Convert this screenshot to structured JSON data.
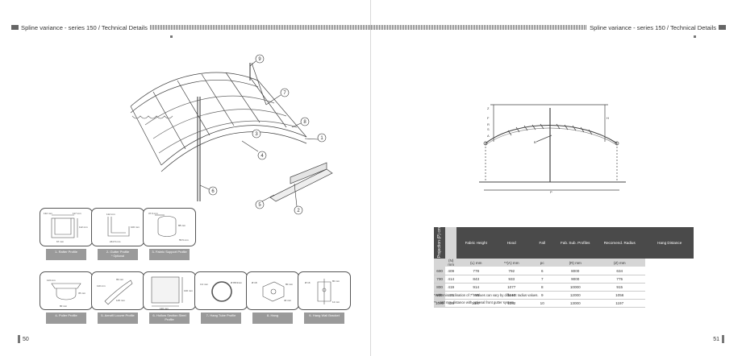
{
  "header": {
    "title": "Spline variance - series 150 / Technical Details"
  },
  "left_page": {
    "page_number": "50",
    "callouts": [
      "1",
      "2",
      "3",
      "4",
      "5",
      "6",
      "7",
      "8",
      "9"
    ],
    "profiles": [
      {
        "label": "1- Rafter Profile",
        "sub": "",
        "dims": [
          "132 mm",
          "117 mm",
          "112 mm",
          "67 mm"
        ]
      },
      {
        "label": "2- Gutter Profile",
        "sub": "* Optional",
        "dims": [
          "112 mm",
          "100 mm",
          "244.5 mm"
        ]
      },
      {
        "label": "3- Fabric Support Profile",
        "sub": "",
        "dims": [
          "37.6 mm",
          "88 mm",
          "55.5 mm"
        ]
      },
      {
        "label": "4- Puller Profile",
        "sub": "",
        "dims": [
          "113 mm",
          "35 mm",
          "80 mm"
        ]
      },
      {
        "label": "5- Aerofil Louvre Profile",
        "sub": "",
        "dims": [
          "99 mm",
          "110 mm",
          "125 mm"
        ]
      },
      {
        "label": "6- Hollow Section Steel Profile",
        "sub": "",
        "dims": [
          "130 mm",
          "130 mm"
        ]
      },
      {
        "label": "7- Hang Tube Profile",
        "sub": "",
        "dims": [
          "Ø 88.9mm",
          "3.2 mm"
        ]
      },
      {
        "label": "8- Hang",
        "sub": "",
        "dims": [
          "Ø 18",
          "80 mm",
          "40 mm"
        ]
      },
      {
        "label": "9- Hang Wall Bracket",
        "sub": "",
        "dims": [
          "Ø 16",
          "80 mm",
          "12 mm"
        ]
      }
    ]
  },
  "right_page": {
    "page_number": "51",
    "drawing_labels": {
      "tick_labels": [
        "Z",
        "F",
        "R",
        "S",
        "A",
        "H",
        "B",
        "P"
      ]
    },
    "table": {
      "side_label": "Projection (P) cm",
      "headers": [
        "Fabric Height",
        "Hood",
        "Fall",
        "Fab. Sub. Profiles",
        "Recomend. Radius",
        "Hang Distance"
      ],
      "units": [
        "(N) mm",
        "(L) mm",
        "**(A) mm",
        "pc",
        "(R) mm",
        "(Z) mm"
      ],
      "rows": [
        {
          "projection": "600",
          "values": [
            "409",
            "778",
            "792",
            "6",
            "8000",
            "634"
          ]
        },
        {
          "projection": "700",
          "values": [
            "414",
            "843",
            "933",
            "7",
            "9000",
            "775"
          ]
        },
        {
          "projection": "800",
          "values": [
            "419",
            "914",
            "1077",
            "8",
            "10000",
            "915"
          ]
        },
        {
          "projection": "900",
          "values": [
            "421",
            "980",
            "1140",
            "9",
            "12000",
            "1056"
          ]
        },
        {
          "projection": "1000",
          "values": [
            "426",
            "1047",
            "1282",
            "10",
            "13000",
            "1197"
          ]
        }
      ]
    },
    "notes": [
      "*With min. Inclination of 7°. Values can vary by different radius values.",
      "** +160 mm distance with optional front gutter system."
    ]
  }
}
